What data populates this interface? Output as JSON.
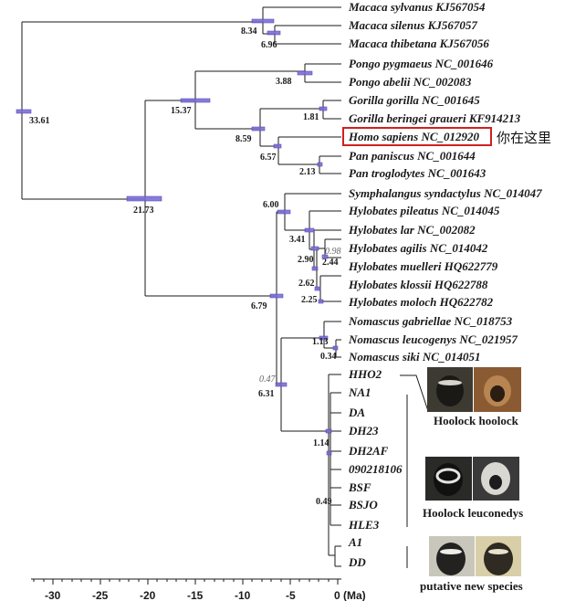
{
  "taxa": [
    "Macaca sylvanus KJ567054",
    "Macaca silenus KJ567057",
    "Macaca thibetana KJ567056",
    "Pongo pygmaeus NC_001646",
    "Pongo abelii NC_002083",
    "Gorilla gorilla NC_001645",
    "Gorilla beringei graueri KF914213",
    "Homo sapiens NC_012920",
    "Pan paniscus NC_001644",
    "Pan troglodytes NC_001643",
    "Symphalangus syndactylus NC_014047",
    "Hylobates pileatus NC_014045",
    "Hylobates lar NC_002082",
    "Hylobates agilis NC_014042",
    "Hylobates muelleri HQ622779",
    "Hylobates klossii HQ622788",
    "Hylobates moloch HQ622782",
    "Nomascus gabriellae NC_018753",
    "Nomascus leucogenys NC_021957",
    "Nomascus siki NC_014051",
    "HHO2",
    "NA1",
    "DA",
    "DH23",
    "DH2AF",
    "090218106",
    "BSF",
    "BSJO",
    "HLE3",
    "A1",
    "DD"
  ],
  "node_labels": [
    "33.61",
    "8.34",
    "6.96",
    "21.73",
    "15.37",
    "3.88",
    "8.59",
    "1.81",
    "6.57",
    "2.13",
    "6.79",
    "6.00",
    "3.41",
    "0.98",
    "2.90",
    "2.44",
    "2.62",
    "2.25",
    "1.13",
    "0.34",
    "0.47",
    "6.31",
    "1.14",
    "0.49"
  ],
  "highlight_note": "你在这里",
  "groups": [
    "Hoolock hoolock",
    "Hoolock leuconedys",
    "putative new species"
  ],
  "axis": {
    "ticks": [
      "-30",
      "-25",
      "-20",
      "-15",
      "-10",
      "-5",
      "0 (Ma)"
    ]
  },
  "colors": {
    "highlight_box": "#d21f1f",
    "bars": "#7b6fd6"
  }
}
